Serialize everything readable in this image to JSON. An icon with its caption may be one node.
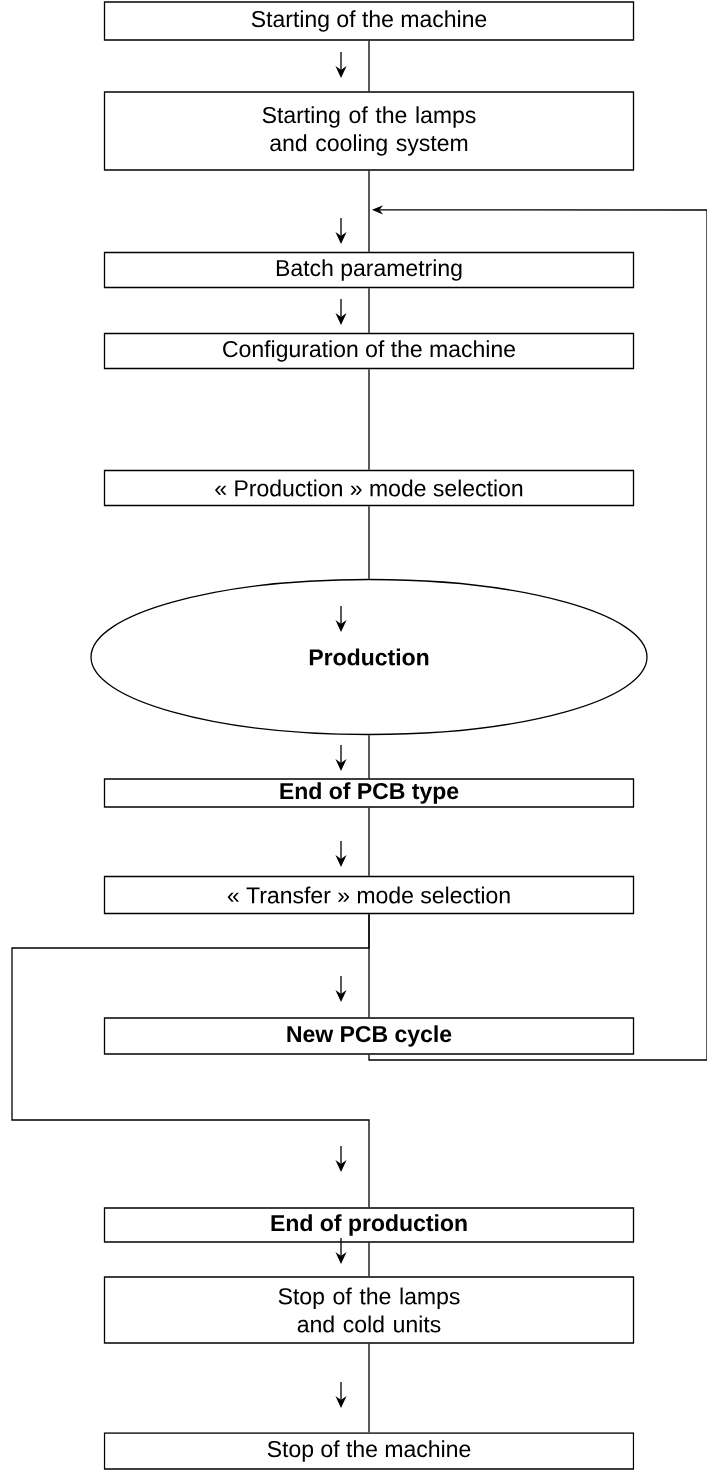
{
  "diagram": {
    "nodes": [
      {
        "text": [
          "Starting of the machine"
        ]
      },
      {
        "text": [
          "Starting of the lamps and cooling system"
        ]
      },
      {
        "text": [
          "Batch parametring"
        ]
      },
      {
        "text": [
          "Configuration of the machine"
        ]
      },
      {
        "text": [
          "« Production » mode selection"
        ]
      },
      {
        "text": [
          "Production"
        ]
      },
      {
        "text": [
          "End of PCB type"
        ]
      },
      {
        "text": [
          "« Transfer » mode selection"
        ]
      },
      {
        "text": [
          "New PCB cycle"
        ]
      },
      {
        "text": [
          "End of production"
        ]
      },
      {
        "text": [
          "Stop of the lamps and cold units"
        ]
      },
      {
        "text": [
          "Stop of the machine"
        ]
      }
    ],
    "edges": [
      {
        "from": 0,
        "to": 1,
        "arrow": "none"
      },
      {
        "from": 1,
        "to": 2,
        "arrow": "none"
      },
      {
        "from": 2,
        "to": 3,
        "arrow": "none"
      },
      {
        "from": 3,
        "to": 4,
        "arrow": "none"
      },
      {
        "from": 4,
        "to": 5,
        "arrow": "none"
      },
      {
        "from": 5,
        "to": 6,
        "arrow": "none"
      },
      {
        "from": 6,
        "to": 7,
        "arrow": "none"
      },
      {
        "from": 7,
        "to": 8,
        "arrow": "none"
      },
      {
        "from": 7,
        "to": 9,
        "arrow": "none"
      },
      {
        "from": 8,
        "to": 2,
        "arrow": "to"
      },
      {
        "from": 9,
        "to": 10,
        "arrow": "none"
      },
      {
        "from": 10,
        "to": 11,
        "arrow": "none"
      }
    ]
  }
}
